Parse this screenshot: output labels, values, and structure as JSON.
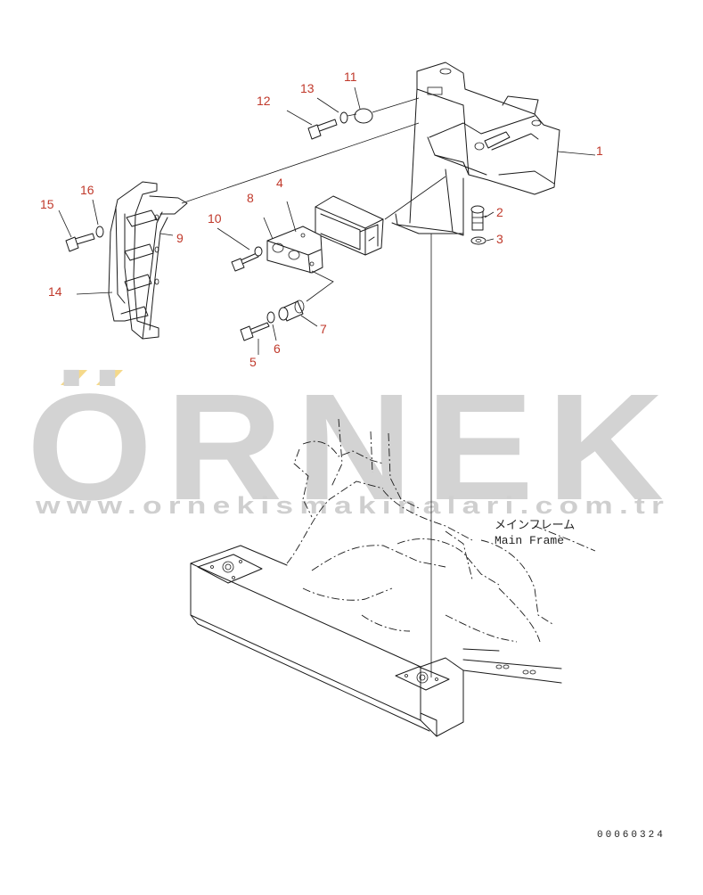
{
  "callouts": [
    {
      "label": "1"
    },
    {
      "label": "2"
    },
    {
      "label": "3"
    },
    {
      "label": "4"
    },
    {
      "label": "5"
    },
    {
      "label": "6"
    },
    {
      "label": "7"
    },
    {
      "label": "8"
    },
    {
      "label": "9"
    },
    {
      "label": "10"
    },
    {
      "label": "11"
    },
    {
      "label": "12"
    },
    {
      "label": "13"
    },
    {
      "label": "14"
    },
    {
      "label": "15"
    },
    {
      "label": "16"
    }
  ],
  "annotation": {
    "japanese": "メインフレーム",
    "english": "Main Frame"
  },
  "watermark": {
    "brand": "ÖRNEK",
    "url": "www.ornekismakinalari.com.tr",
    "brand_color": "#d3d3d3",
    "accent_color": "#f5d98a"
  },
  "drawing_code": "00060324",
  "colors": {
    "callout": "#c0392b",
    "line": "#1a1a1a"
  }
}
